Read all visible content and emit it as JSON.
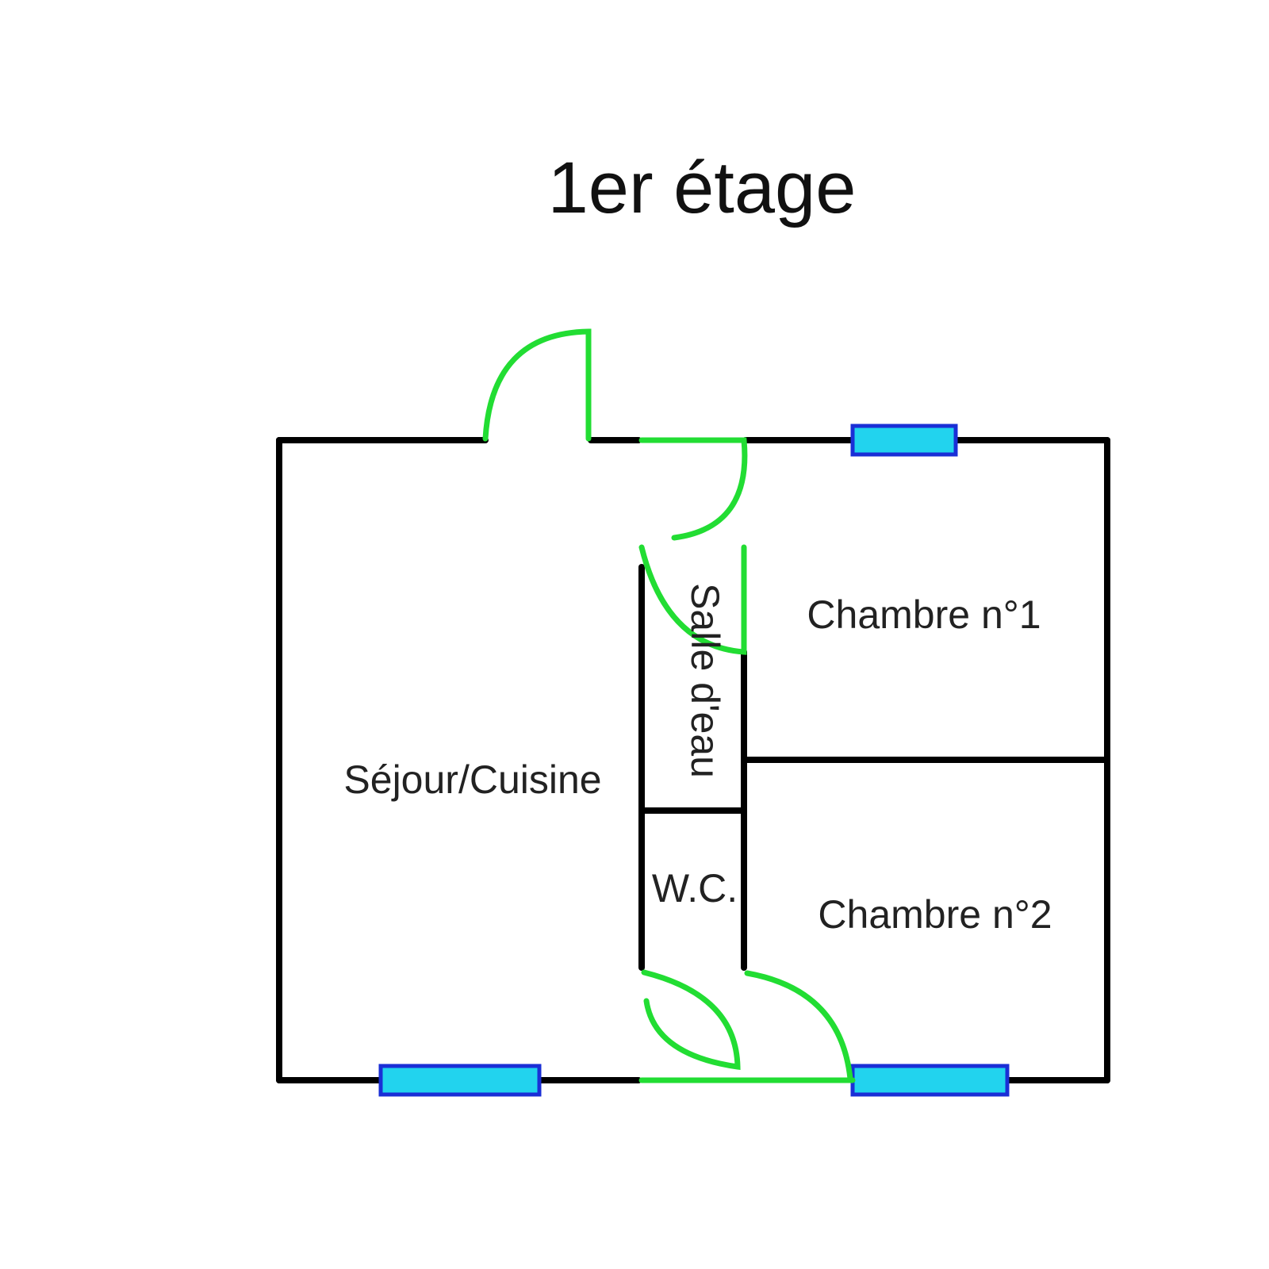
{
  "title": "1er étage",
  "rooms": {
    "living": "Séjour/Cuisine",
    "shower": "Salle d'eau",
    "wc": "W.C.",
    "bedroom1": "Chambre n°1",
    "bedroom2": "Chambre n°2"
  },
  "colors": {
    "wall": "#000000",
    "door": "#22dd33",
    "window_fill": "#22d3ee",
    "window_border": "#1a2fd6",
    "background": "#ffffff"
  }
}
